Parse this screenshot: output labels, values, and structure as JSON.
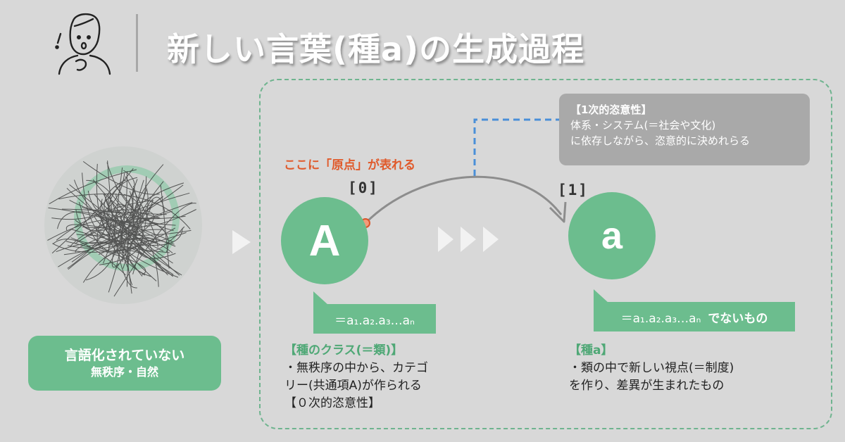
{
  "header": {
    "title": "新しい言葉(種a)の生成過程"
  },
  "left_panel": {
    "label_line1": "言語化されていない",
    "label_line2": "無秩序・自然"
  },
  "diagram": {
    "origin_note": "ここに「原点」が表れる",
    "node_a": {
      "bracket": "[0]",
      "letter": "A"
    },
    "node_b": {
      "bracket": "[1]",
      "letter": "a"
    },
    "callout": {
      "heading": "【1次的恣意性】",
      "line1": "体系・システム(＝社会や文化)",
      "line2": "に依存しながら、恣意的に決めれらる"
    },
    "tag_a": {
      "text": "＝a₁.a₂.a₃…aₙ"
    },
    "tag_b": {
      "text": "＝a₁.a₂.a₃…aₙ",
      "suffix": "でないもの"
    },
    "desc_a": {
      "heading": "【種のクラス(＝類)】",
      "line1": "・無秩序の中から、カテゴ",
      "line2": "リー(共通項A)が作られる",
      "line3": "【０次的恣意性】"
    },
    "desc_b": {
      "heading": "【種a】",
      "line1": "・類の中で新しい視点(＝制度)",
      "line2": "を作り、差異が生まれたもの"
    }
  },
  "colors": {
    "background": "#d8d8d8",
    "accent_green": "#6cbd8e",
    "origin_red": "#e05a2b",
    "dashed_blue": "#4a8fd8",
    "callout_gray": "#a9a9a9"
  },
  "icons": [
    "person-icon",
    "exclamation-icon",
    "scribble-ball",
    "chevron-right-icon",
    "triple-chevron-icon",
    "curved-arrow"
  ]
}
